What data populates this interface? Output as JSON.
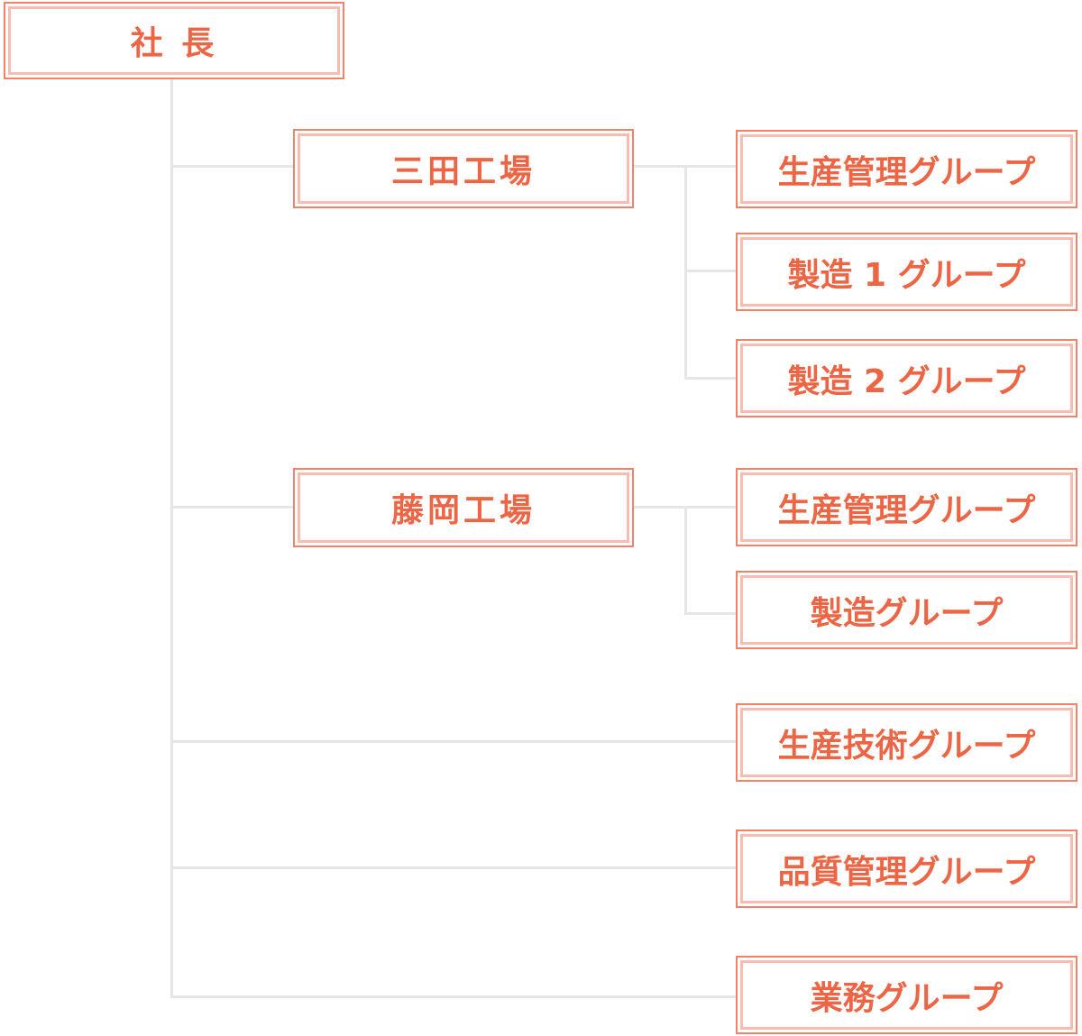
{
  "president": {
    "label": "社 長"
  },
  "factories": [
    {
      "label": "三田工場",
      "groups": [
        {
          "label": "生産管理グループ"
        },
        {
          "label": "製造 1 グループ"
        },
        {
          "label": "製造 2 グループ"
        }
      ]
    },
    {
      "label": "藤岡工場",
      "groups": [
        {
          "label": "生産管理グループ"
        },
        {
          "label": "製造グループ"
        }
      ]
    }
  ],
  "direct_groups": [
    {
      "label": "生産技術グループ"
    },
    {
      "label": "品質管理グループ"
    },
    {
      "label": "業務グループ"
    }
  ],
  "colors": {
    "box_border": "#f0836a",
    "box_inner_border": "#f7bdb0",
    "text": "#ec6544",
    "connector": "#e6e6e6"
  }
}
